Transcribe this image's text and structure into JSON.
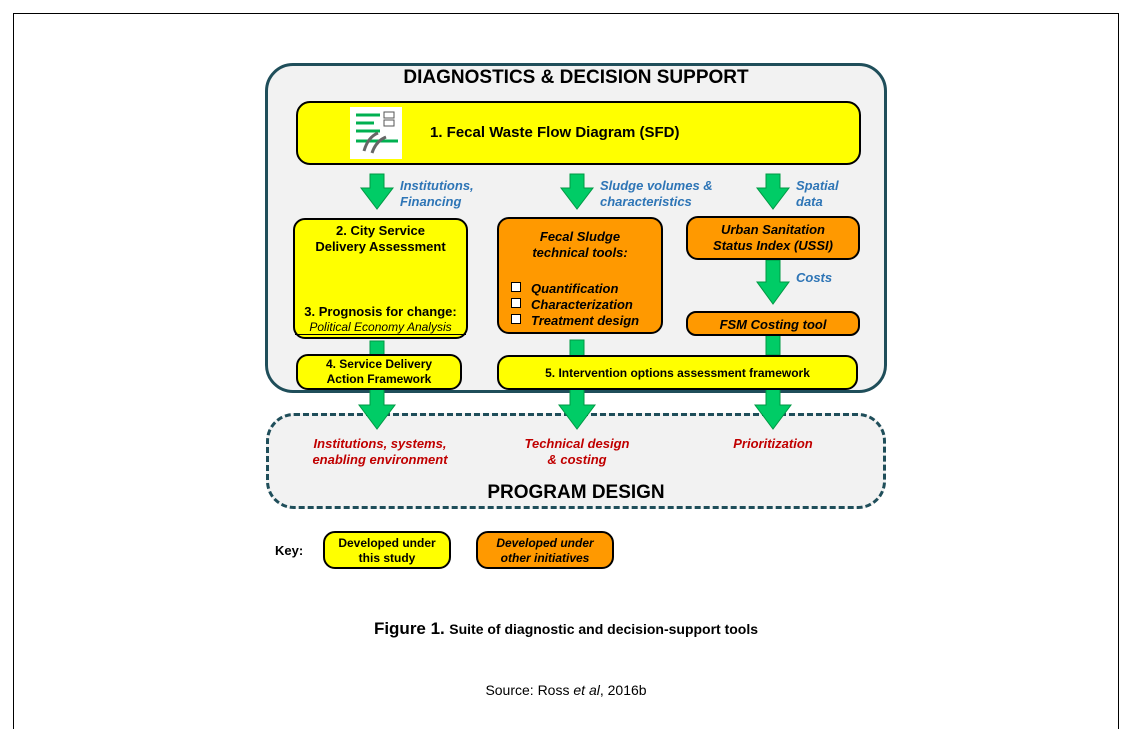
{
  "diagram": {
    "title": "DIAGNOSTICS & DECISION SUPPORT",
    "sfd": {
      "label": "1. Fecal Waste Flow Diagram (SFD)"
    },
    "flows": {
      "institutions": "Institutions,\nFinancing",
      "sludge": "Sludge volumes &\ncharacteristics",
      "spatial": "Spatial\ndata",
      "costs": "Costs"
    },
    "boxes": {
      "city_service": "2. City Service\nDelivery Assessment",
      "prognosis": "3. Prognosis for change:",
      "political": "Political Economy Analysis",
      "fecal_sludge_title": "Fecal Sludge\ntechnical tools:",
      "fecal_sludge_items": [
        "Quantification",
        "Characterization",
        "Treatment design"
      ],
      "ussi": "Urban Sanitation\nStatus Index (USSI)",
      "fsm_costing": "FSM Costing tool",
      "service_delivery": "4. Service Delivery\nAction Framework",
      "intervention": "5. Intervention options assessment framework"
    },
    "program": {
      "title": "PROGRAM DESIGN",
      "outputs": [
        "Institutions, systems,\nenabling environment",
        "Technical design\n& costing",
        "Prioritization"
      ]
    },
    "key": {
      "label": "Key:",
      "yellow": "Developed under\nthis study",
      "orange": "Developed under\nother initiatives"
    },
    "colors": {
      "yellow": "#ffff00",
      "orange": "#ff9900",
      "arrow": "#00cc66",
      "frame": "#1f4e5a",
      "blue_text": "#2e75b6",
      "red_text": "#c00000"
    }
  },
  "caption": {
    "figure_label": "Figure 1.",
    "figure_text": "Suite of diagnostic and decision-support tools",
    "source_prefix": "Source: Ross ",
    "source_italic": "et al",
    "source_suffix": ", 2016b"
  }
}
